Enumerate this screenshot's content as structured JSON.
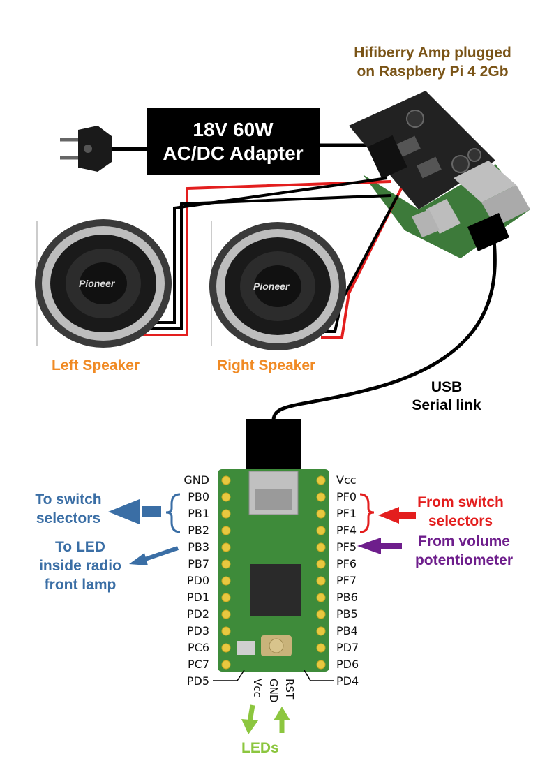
{
  "colors": {
    "orange": "#f08a24",
    "blue": "#3a6ea5",
    "red": "#e31e1e",
    "purple": "#6e1e8c",
    "green": "#8cc63f",
    "brown": "#7a5417",
    "pcb_green": "#3e8b3a"
  },
  "amp": {
    "line1": "Hifiberry Amp plugged",
    "line2": "on Raspbery Pi 4 2Gb"
  },
  "adapter": {
    "line1": "18V 60W",
    "line2": "AC/DC Adapter"
  },
  "speakers": {
    "left": "Left Speaker",
    "right": "Right Speaker",
    "brand": "Pioneer"
  },
  "usb": {
    "line1": "USB",
    "line2": "Serial link"
  },
  "board": {
    "left_pins": [
      "GND",
      "PB0",
      "PB1",
      "PB2",
      "PB3",
      "PB7",
      "PD0",
      "PD1",
      "PD2",
      "PD3",
      "PC6",
      "PC7",
      "PD5"
    ],
    "right_pins": [
      "Vcc",
      "PF0",
      "PF1",
      "PF4",
      "PF5",
      "PF6",
      "PF7",
      "PB6",
      "PB5",
      "PB4",
      "PD7",
      "PD6",
      "PD4"
    ],
    "bottom_pins": [
      "Vcc",
      "GND",
      "RST"
    ]
  },
  "annotations": {
    "to_switch": {
      "line1": "To switch",
      "line2": "selectors"
    },
    "to_led": {
      "line1": "To LED",
      "line2": "inside radio",
      "line3": "front lamp"
    },
    "from_switch": {
      "line1": "From switch",
      "line2": "selectors"
    },
    "from_volume": {
      "line1": "From volume",
      "line2": "potentiometer"
    },
    "leds": "LEDs"
  }
}
